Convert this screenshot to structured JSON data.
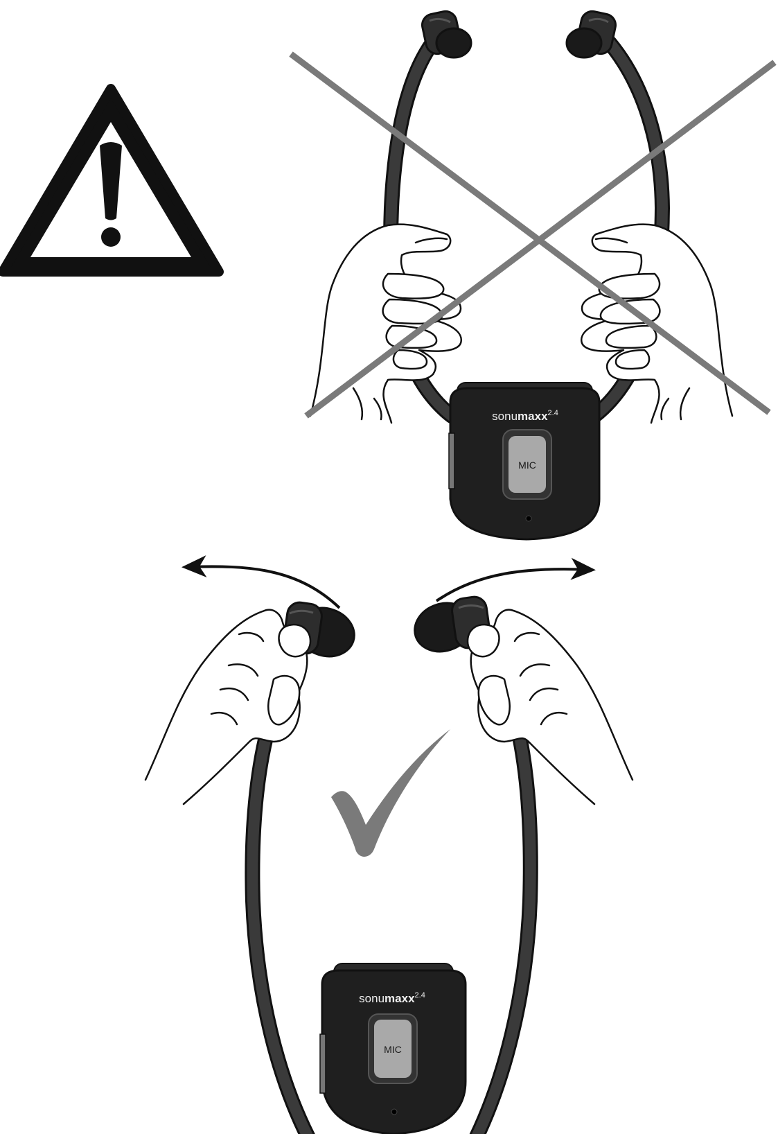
{
  "top_device": {
    "brand_light": "sonu",
    "brand_bold": "maxx",
    "version": "2.4",
    "button_label": "MIC"
  },
  "bottom_device": {
    "brand_light": "sonu",
    "brand_bold": "maxx",
    "version": "2.4",
    "button_label": "MIC"
  },
  "icons": {
    "warning": "warning-triangle-icon",
    "wrong": "cross-mark-icon",
    "correct": "check-mark-icon",
    "spread": "arrow-icon"
  },
  "colors": {
    "ink": "#111111",
    "device": "#1f1f1f",
    "tube": "#3a3a3a",
    "mark": "#7a7a7a",
    "mic_button": "#a9a9a9",
    "paper": "#ffffff"
  }
}
